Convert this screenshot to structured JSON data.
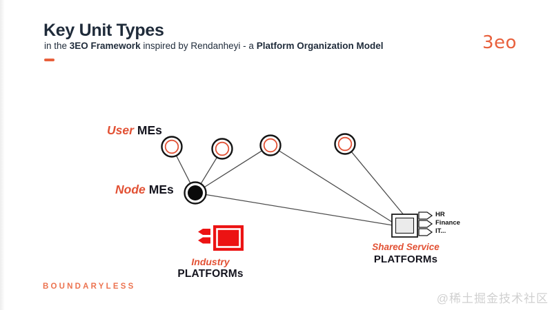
{
  "header": {
    "title": "Key Unit Types",
    "subtitle": {
      "part1": "in the ",
      "bold1": "3EO Framework",
      "part2": " inspired by Rendanheyi - a ",
      "bold2": "Platform Organization Model"
    },
    "logo_text": "3eo"
  },
  "labels": {
    "user_mes": {
      "accent": "User",
      "rest": "MEs"
    },
    "node_mes": {
      "accent": "Node",
      "rest": "MEs"
    },
    "industry": {
      "accent": "Industry",
      "rest": "PLATFORMs"
    },
    "shared_service": {
      "accent": "Shared Service",
      "rest": "PLATFORMs"
    }
  },
  "shared_service_tags": [
    "HR",
    "Finance",
    "IT..."
  ],
  "footer": {
    "brand": "BOUNDARYLESS",
    "watermark": "@稀土掘金技术社区"
  },
  "diagram": {
    "user_me_count": 4,
    "node_me_count": 1,
    "connections": [
      {
        "from": "user-me-1",
        "to": "node-me"
      },
      {
        "from": "user-me-2",
        "to": "node-me"
      },
      {
        "from": "user-me-3",
        "to": "node-me"
      },
      {
        "from": "user-me-3",
        "to": "shared-service-platform"
      },
      {
        "from": "user-me-4",
        "to": "shared-service-platform"
      },
      {
        "from": "node-me",
        "to": "shared-service-platform"
      }
    ]
  },
  "colors": {
    "accent_orange": "#e25134",
    "brand_orange": "#e8603c",
    "platform_red": "#ec1313",
    "heading_navy": "#1f2b3a",
    "line_gray": "#4c4c4c"
  }
}
